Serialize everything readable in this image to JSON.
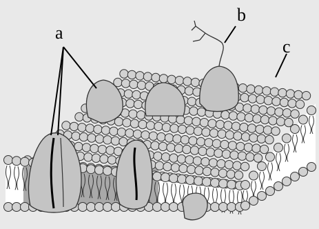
{
  "labels": {
    "a": "a",
    "b": "b",
    "c": "c"
  },
  "colors": {
    "background": "#e9e9e9",
    "head_fill": "#d2d2d2",
    "protein_fill": "#c4c4c4",
    "band": "#a9a9a9",
    "stroke": "#333333"
  }
}
